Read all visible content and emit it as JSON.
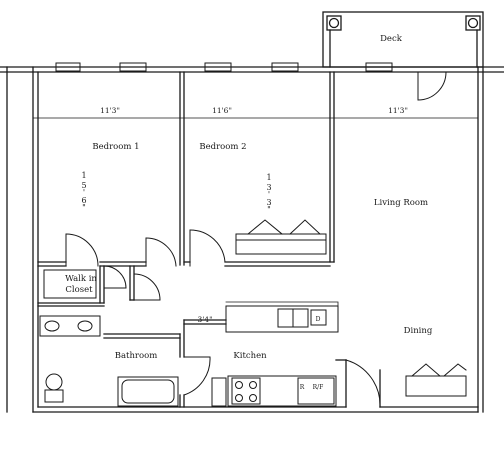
{
  "rooms": {
    "deck": "Deck",
    "bedroom_1": "Bedroom 1",
    "bedroom_2": "Bedroom 2",
    "living_room": "Living Room",
    "walk_in_closet_line1": "Walk in",
    "walk_in_closet_line2": "Closet",
    "bathroom": "Bathroom",
    "kitchen": "Kitchen",
    "dining": "Dining"
  },
  "dimensions": {
    "bedroom_1_width": "11'3\"",
    "bedroom_2_width": "11'6\"",
    "living_room_width": "11'3\"",
    "bedroom_1_depth": [
      "1",
      "5",
      "'",
      "6",
      "\""
    ],
    "bedroom_2_depth": [
      "1",
      "3",
      "'",
      "3",
      "\""
    ],
    "kitchen_width": "3'4\""
  },
  "appliances": {
    "dishwasher": "D",
    "range": "R",
    "refrigerator": "R/F"
  }
}
